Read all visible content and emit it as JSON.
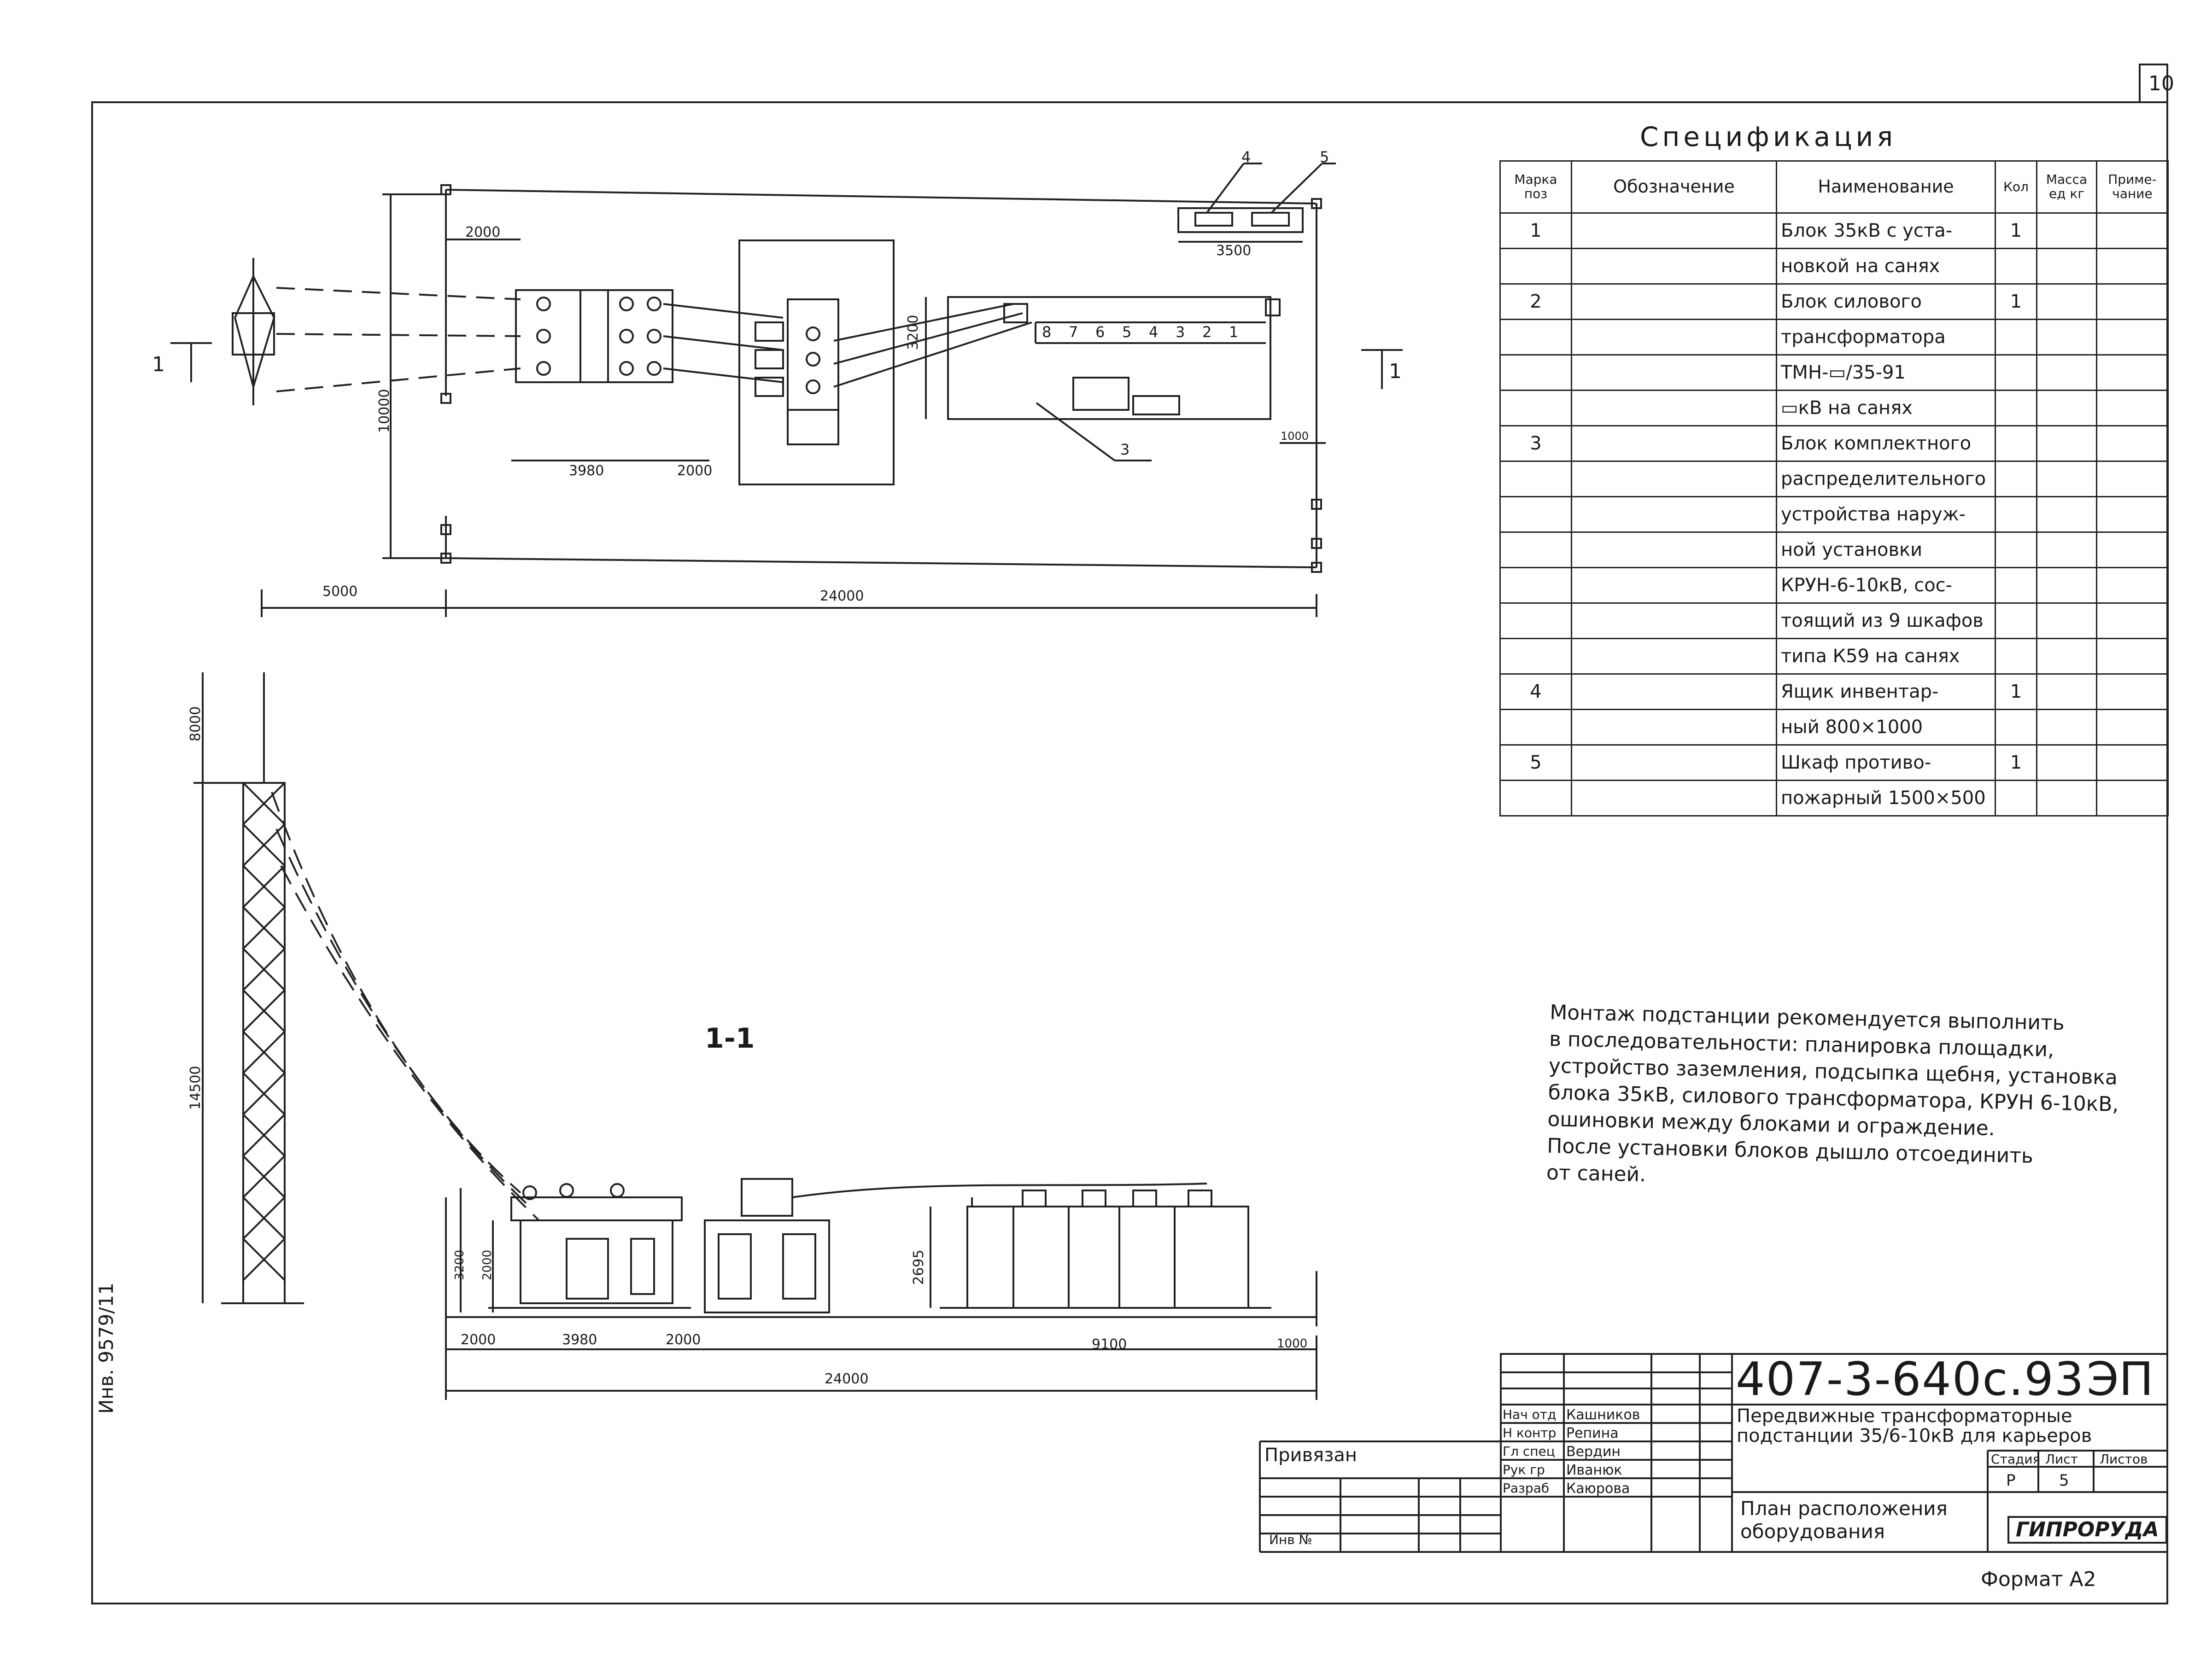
{
  "sheet": {
    "sheet_number": "10",
    "format": "Формат А2",
    "inventory_note": "Инв. 9579/11",
    "linked_label": "Привязан",
    "inv_no_label": "Инв №"
  },
  "specification": {
    "title": "Спецификация",
    "headers": {
      "mark": "Марка поз",
      "designation": "Обозначение",
      "name": "Наименование",
      "qty": "Кол",
      "mass": "Масса ед кг",
      "note": "Приме-чание"
    },
    "rows": [
      {
        "pos": "1",
        "name": "Блок 35кВ с уста-",
        "qty": "1"
      },
      {
        "pos": "",
        "name": "новкой на санях",
        "qty": ""
      },
      {
        "pos": "2",
        "name": "Блок силового",
        "qty": "1"
      },
      {
        "pos": "",
        "name": "трансформатора",
        "qty": ""
      },
      {
        "pos": "",
        "name": "ТМН-▭/35-91",
        "qty": ""
      },
      {
        "pos": "",
        "name": "▭кВ на санях",
        "qty": ""
      },
      {
        "pos": "3",
        "name": "Блок комплектного",
        "qty": ""
      },
      {
        "pos": "",
        "name": "распределительного",
        "qty": ""
      },
      {
        "pos": "",
        "name": "устройства наруж-",
        "qty": ""
      },
      {
        "pos": "",
        "name": "ной установки",
        "qty": ""
      },
      {
        "pos": "",
        "name": "КРУН-6-10кВ, сос-",
        "qty": ""
      },
      {
        "pos": "",
        "name": "тоящий из 9 шкафов",
        "qty": ""
      },
      {
        "pos": "",
        "name": "типа К59 на санях",
        "qty": ""
      },
      {
        "pos": "4",
        "name": "Ящик инвентар-",
        "qty": "1"
      },
      {
        "pos": "",
        "name": "ный 800×1000",
        "qty": ""
      },
      {
        "pos": "5",
        "name": "Шкаф противо-",
        "qty": "1"
      },
      {
        "pos": "",
        "name": "пожарный 1500×500",
        "qty": ""
      }
    ]
  },
  "notes": [
    "Монтаж подстанции рекомендуется выполнить",
    "в последовательности: планировка площадки,",
    "устройство заземления, подсыпка щебня, установка",
    "блока 35кВ, силового трансформатора, КРУН 6-10кВ,",
    "ошиновки между блоками и ограждение.",
    "После установки блоков дышло отсоединить",
    "от саней."
  ],
  "plan": {
    "dimensions": {
      "d2000_top": "2000",
      "d3500": "3500",
      "d3200": "3200",
      "d10000": "10000",
      "d3980": "3980",
      "d2000_mid": "2000",
      "d1000": "1000",
      "d5000": "5000",
      "d24000": "24000"
    },
    "callouts": {
      "c3": "3",
      "c4": "4",
      "c5": "5"
    },
    "cabinet_numbers": [
      "8",
      "7",
      "6",
      "5",
      "4",
      "3",
      "2",
      "1"
    ],
    "section_marker": "1"
  },
  "elevation": {
    "section_label": "1-1",
    "dimensions": {
      "d8000": "8000",
      "d14500": "14500",
      "d3200": "3200",
      "d2000_v": "2000",
      "d2695": "2695",
      "d2000_a": "2000",
      "d3980": "3980",
      "d2000_b": "2000",
      "d9100": "9100",
      "d1000": "1000",
      "d24000": "24000"
    }
  },
  "title_block": {
    "doc_code": "407-3-640с.93",
    "doc_suffix": "ЭП",
    "title_line1": "Передвижные трансформаторные",
    "title_line2": "подстанции 35/6-10кВ для карьеров",
    "sheet_name_line1": "План расположения",
    "sheet_name_line2": "оборудования",
    "stage_header": "Стадия",
    "sheet_header": "Лист",
    "sheets_header": "Листов",
    "stage": "Р",
    "sheet": "5",
    "organization": "ГИПРОРУДА",
    "roles": [
      {
        "role": "Нач отд",
        "person": "Кашников"
      },
      {
        "role": "Н контр",
        "person": "Репина"
      },
      {
        "role": "Гл спец",
        "person": "Вердин"
      },
      {
        "role": "Рук гр",
        "person": "Иванюк"
      },
      {
        "role": "Разраб",
        "person": "Каюрова"
      }
    ]
  }
}
